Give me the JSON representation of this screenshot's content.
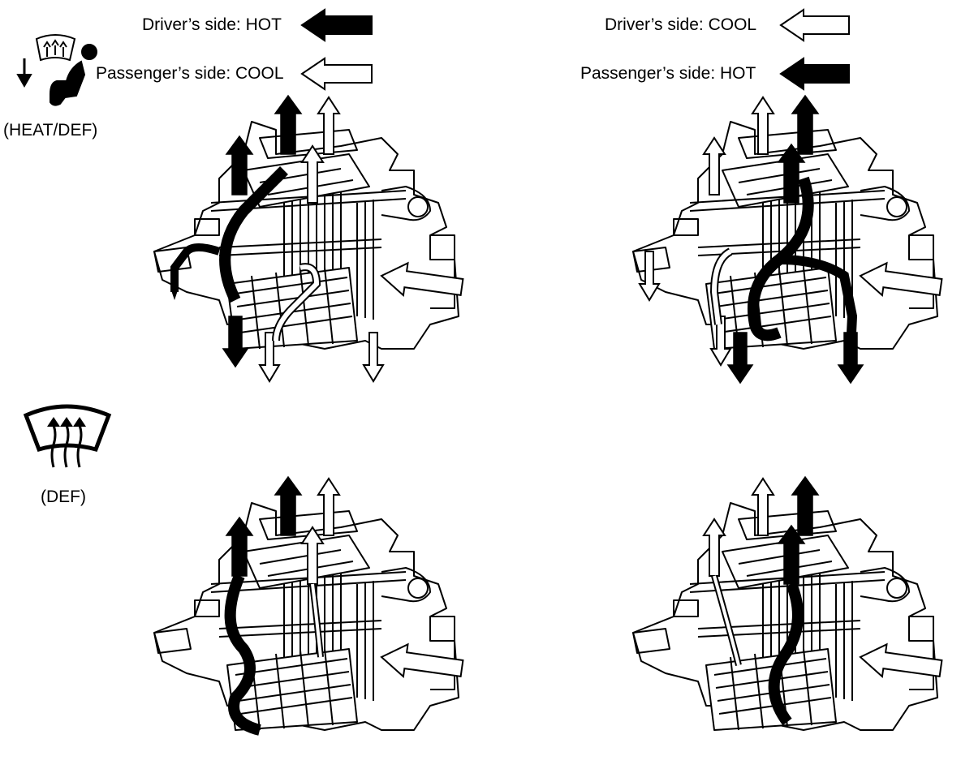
{
  "legend": {
    "left": {
      "driver": "Driver’s side: HOT",
      "passenger": "Passenger’s side: COOL"
    },
    "right": {
      "driver": "Driver’s side: COOL",
      "passenger": "Passenger’s side: HOT"
    }
  },
  "modes": [
    {
      "label": "(HEAT/DEF)",
      "icon": "seat-defrost-icon"
    },
    {
      "label": "(DEF)",
      "icon": "windshield-defrost-icon"
    }
  ],
  "colors": {
    "hot": "#000000",
    "cool": "#ffffff",
    "line": "#000000"
  }
}
